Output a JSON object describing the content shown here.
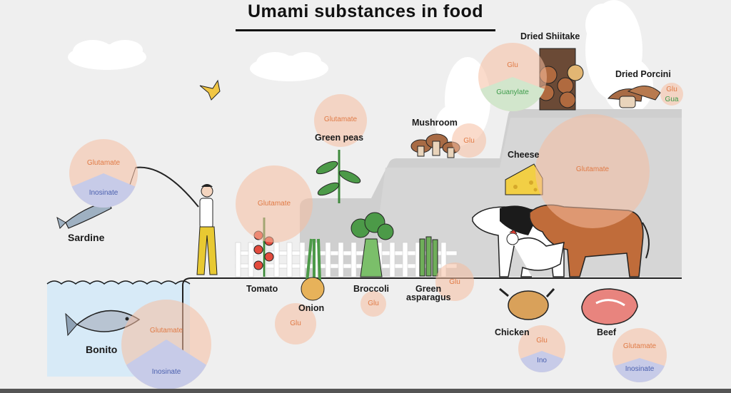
{
  "title": "Umami substances in food",
  "foods": {
    "sardine": {
      "name": "Sardine",
      "glutamate": "Glutamate",
      "inosinate": "Inosinate"
    },
    "bonito": {
      "name": "Bonito",
      "glutamate": "Glutamate",
      "inosinate": "Inosinate"
    },
    "tomato": {
      "name": "Tomato",
      "glutamate": "Glutamate"
    },
    "onion": {
      "name": "Onion",
      "glu": "Glu"
    },
    "green_peas": {
      "name": "Green peas",
      "glutamate": "Glutamate"
    },
    "broccoli": {
      "name": "Broccoli",
      "glu": "Glu"
    },
    "asparagus": {
      "name_line1": "Green",
      "name_line2": "asparagus",
      "glu": "Glu"
    },
    "mushroom": {
      "name": "Mushroom",
      "glu": "Glu"
    },
    "shiitake": {
      "name": "Dried Shiitake",
      "glu": "Glu",
      "guanylate": "Guanylate"
    },
    "porcini": {
      "name": "Dried Porcini",
      "glu": "Glu",
      "gua": "Gua"
    },
    "cheese": {
      "name": "Cheese",
      "glutamate": "Glutamate"
    },
    "chicken": {
      "name": "Chicken",
      "glu": "Glu",
      "ino": "Ino"
    },
    "beef": {
      "name": "Beef",
      "glutamate": "Glutamate",
      "inosinate": "Inosinate"
    }
  },
  "colors": {
    "glutamate_text": "#e07a45",
    "inosinate_text": "#4a5fae",
    "guanylate_text": "#3d9b4a",
    "bubble": "#f6bea0"
  }
}
